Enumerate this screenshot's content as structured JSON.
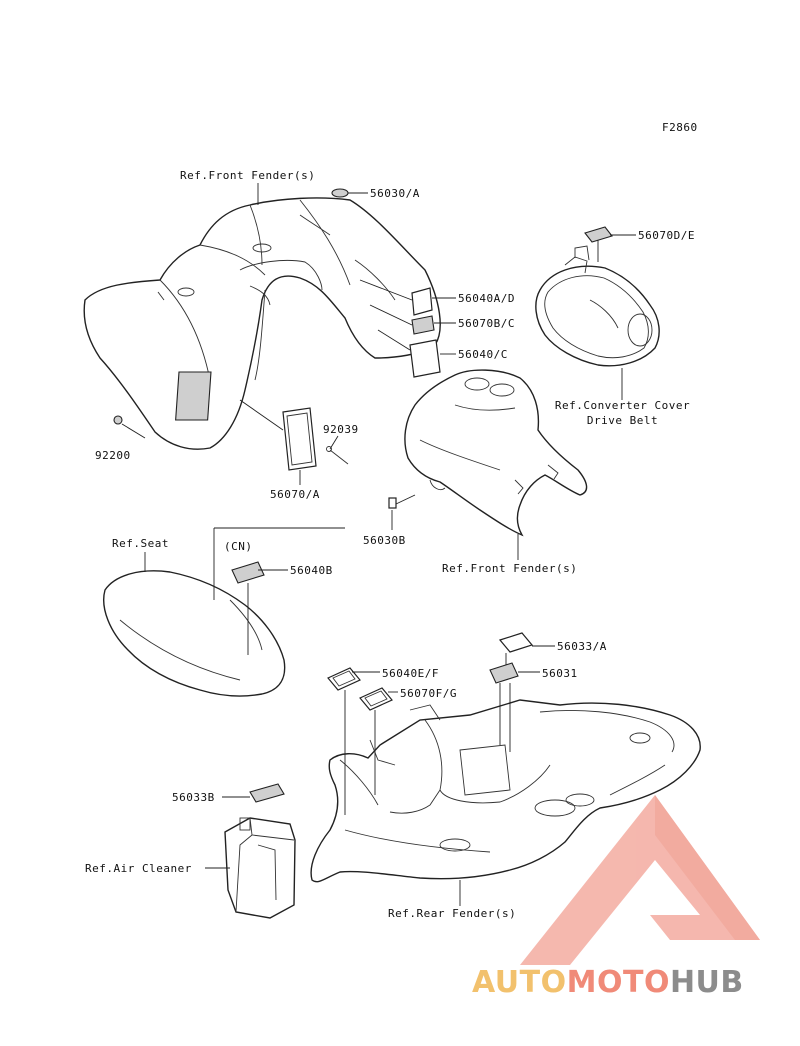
{
  "diagram_code": "F2860",
  "labels": {
    "ref_front_fender_top": "Ref.Front Fender(s)",
    "p56030a": "56030/A",
    "p56070de": "56070D/E",
    "p56040ad": "56040A/D",
    "p56070bc": "56070B/C",
    "p56040c": "56040/C",
    "ref_converter_line1": "Ref.Converter Cover",
    "ref_converter_line2": "Drive Belt",
    "p92039": "92039",
    "p92200": "92200",
    "p56070a": "56070/A",
    "p56030b": "56030B",
    "ref_front_fender_bottom": "Ref.Front Fender(s)",
    "ref_seat": "Ref.Seat",
    "cn": "(CN)",
    "p56040b": "56040B",
    "p56033a": "56033/A",
    "p56031": "56031",
    "p56040ef": "56040E/F",
    "p56070fg": "56070F/G",
    "p56033b": "56033B",
    "ref_air_cleaner": "Ref.Air Cleaner",
    "ref_rear_fender": "Ref.Rear Fender(s)"
  },
  "watermark": {
    "part1": "AUTO",
    "part2": "MOTO",
    "part3": "HUB",
    "colors": {
      "auto": "#f2c16d",
      "moto": "#f08a78",
      "hub": "#8c8c8c",
      "triangle": "#f2a093"
    }
  }
}
